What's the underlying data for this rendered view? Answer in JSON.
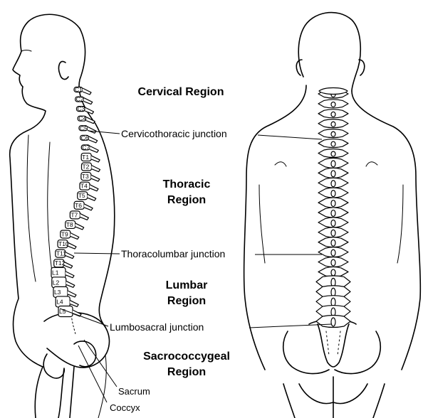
{
  "regions": {
    "cervical": "Cervical Region",
    "thoracic_line1": "Thoracic",
    "thoracic_line2": "Region",
    "lumbar_line1": "Lumbar",
    "lumbar_line2": "Region",
    "sacro_line1": "Sacrococcygeal",
    "sacro_line2": "Region"
  },
  "junctions": {
    "cervicothoracic": "Cervicothoracic junction",
    "thoracolumbar": "Thoracolumbar junction",
    "lumbosacral": "Lumbosacral junction"
  },
  "bottom_labels": {
    "sacrum": "Sacrum",
    "coccyx": "Coccyx"
  },
  "vertebrae": {
    "cervical": [
      "C1",
      "C2",
      "C3",
      "C4",
      "C5",
      "C6",
      "C7"
    ],
    "thoracic": [
      "T1",
      "T2",
      "T3",
      "T4",
      "T5",
      "T6",
      "T7",
      "T8",
      "T9",
      "T10",
      "T11",
      "T12"
    ],
    "lumbar": [
      "L1",
      "L2",
      "L3",
      "L4",
      "L5"
    ]
  }
}
